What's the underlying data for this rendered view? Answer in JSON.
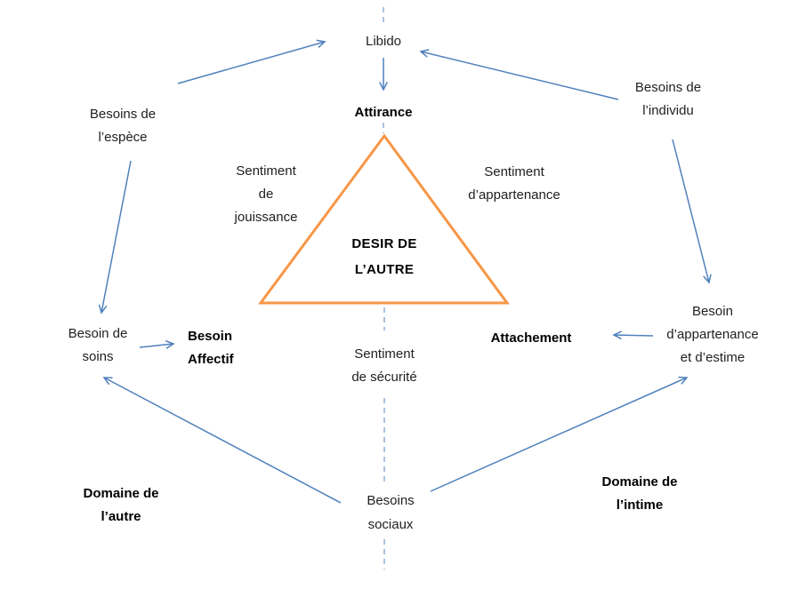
{
  "colors": {
    "arrow": "#4F81BD",
    "dashed_axis": "#95B3D7",
    "triangle": "#F79646",
    "text": "#1F1F1F"
  },
  "nodes": {
    "libido": {
      "line1": "Libido"
    },
    "attirance": {
      "line1": "Attirance"
    },
    "besoins_espece": {
      "line1": "Besoins de",
      "line2": "l’espèce"
    },
    "besoins_individu": {
      "line1": "Besoins de",
      "line2": "l’individu"
    },
    "sentiment_jouissance": {
      "line1": "Sentiment",
      "line2": "de",
      "line3": "jouissance"
    },
    "sentiment_appartenance": {
      "line1": "Sentiment",
      "line2": "d’appartenance"
    },
    "desir_de_l_autre": {
      "line1": "DESIR DE",
      "line2": "L’AUTRE"
    },
    "besoin_de_soins": {
      "line1": "Besoin de",
      "line2": "soins"
    },
    "besoin_affectif": {
      "line1": "Besoin",
      "line2": "Affectif"
    },
    "attachement": {
      "line1": "Attachement"
    },
    "besoin_appartenance_estime": {
      "line1": "Besoin",
      "line2": "d’appartenance",
      "line3": "et d’estime"
    },
    "sentiment_securite": {
      "line1": "Sentiment",
      "line2": "de sécurité"
    },
    "besoins_sociaux": {
      "line1": "Besoins",
      "line2": "sociaux"
    },
    "domaine_autre": {
      "line1": "Domaine de",
      "line2": "l’autre"
    },
    "domaine_intime": {
      "line1": "Domaine de",
      "line2": "l’intime"
    }
  }
}
